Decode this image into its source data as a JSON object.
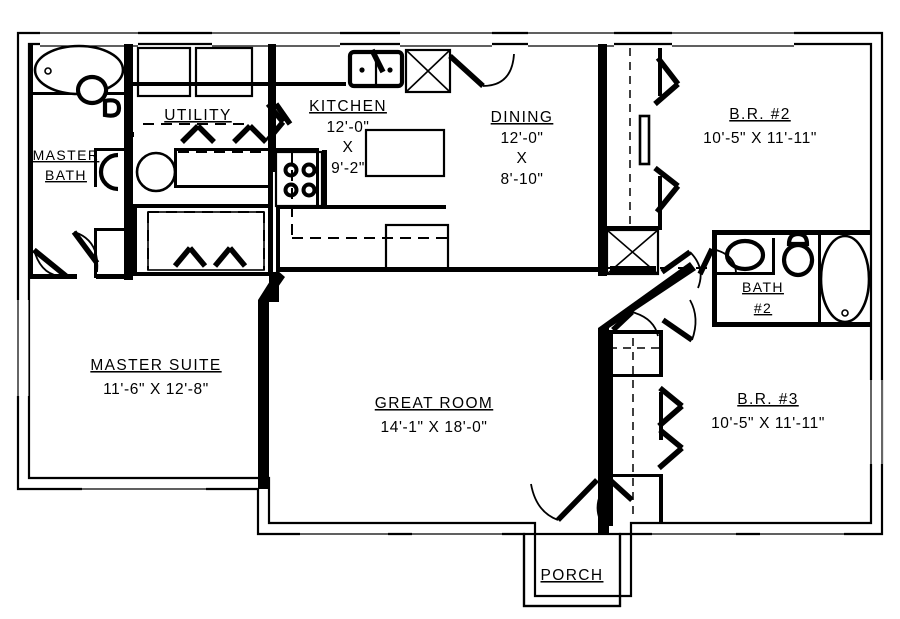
{
  "document": {
    "type": "architectural-floor-plan",
    "title": "Single Story Residential Floor Plan"
  },
  "rooms": [
    {
      "id": "master-bath",
      "name": "MASTER",
      "name2": "BATH",
      "dimensions": ""
    },
    {
      "id": "utility",
      "name": "UTILITY",
      "dimensions": ""
    },
    {
      "id": "kitchen",
      "name": "KITCHEN",
      "width": "12'-0\"",
      "x": "X",
      "depth": "9'-2\""
    },
    {
      "id": "dining",
      "name": "DINING",
      "width": "12'-0\"",
      "x": "X",
      "depth": "8'-10\""
    },
    {
      "id": "bedroom-2",
      "name": "B.R.  #2",
      "dimensions": "10'-5\" X 11'-11\""
    },
    {
      "id": "bath-2",
      "name": "BATH",
      "name2": "#2",
      "dimensions": ""
    },
    {
      "id": "bedroom-3",
      "name": "B.R.  #3",
      "dimensions": "10'-5\" X 11'-11\""
    },
    {
      "id": "master-suite",
      "name": "MASTER  SUITE",
      "dimensions": "11'-6\" X 12'-8\""
    },
    {
      "id": "great-room",
      "name": "GREAT  ROOM",
      "dimensions": "14'-1\" X 18'-0\""
    },
    {
      "id": "porch",
      "name": "PORCH",
      "dimensions": ""
    }
  ],
  "fixtures": [
    {
      "id": "master-tub",
      "label": "oval-tub"
    },
    {
      "id": "master-toilet",
      "label": "toilet"
    },
    {
      "id": "master-sink",
      "label": "sink"
    },
    {
      "id": "washer",
      "label": "washer"
    },
    {
      "id": "dryer",
      "label": "dryer"
    },
    {
      "id": "utility-sink",
      "label": "round-sink"
    },
    {
      "id": "kitchen-sink",
      "label": "double-sink"
    },
    {
      "id": "refrigerator",
      "label": "refrigerator"
    },
    {
      "id": "range",
      "label": "range-4-burner"
    },
    {
      "id": "bath2-sink",
      "label": "sink"
    },
    {
      "id": "bath2-toilet",
      "label": "toilet"
    },
    {
      "id": "bath2-tub",
      "label": "oval-tub"
    }
  ],
  "colors": {
    "wall": "#000000",
    "background": "#ffffff"
  }
}
